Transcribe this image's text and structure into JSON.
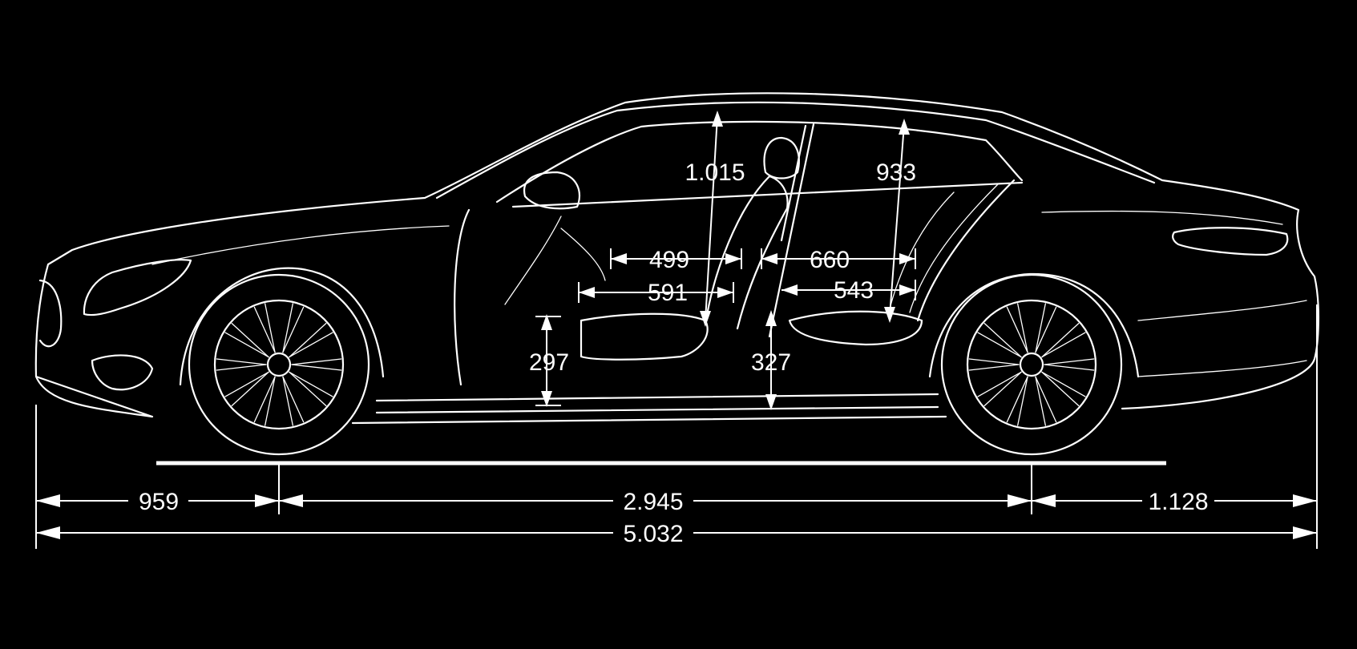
{
  "diagram": {
    "background_color": "#000000",
    "line_color": "#ffffff",
    "subject": "car-side-view"
  },
  "dimensions": {
    "headroom_front": "1.015",
    "headroom_rear": "933",
    "shoulder_front_499": "499",
    "legroom_front": "591",
    "shoulder_rear": "660",
    "legroom_rear": "543",
    "seat_height_front": "297",
    "seat_height_rear": "327",
    "front_overhang": "959",
    "wheelbase": "2.945",
    "rear_overhang": "1.128",
    "overall_length": "5.032"
  }
}
